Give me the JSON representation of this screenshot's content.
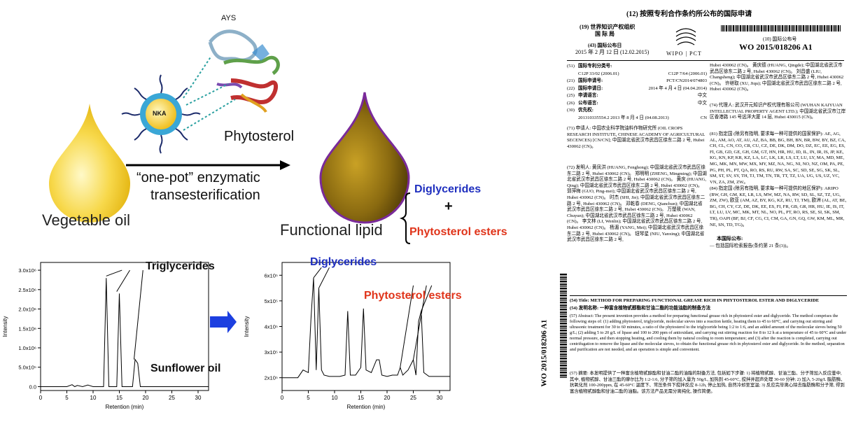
{
  "scheme": {
    "enzyme_label": "AYS",
    "carrier_label": "NKA",
    "reactant_label": "Phytosterol",
    "process_line1": "“one-pot” enzymatic",
    "process_line2": "transesterification",
    "left_product": "Vegetable oil",
    "right_product": "Functional lipid",
    "component1": "Diglycerides",
    "plus": "+",
    "component2": "Phytosterol esters",
    "colors": {
      "oil_light": "#f3c624",
      "oil_dark": "#5a4408",
      "blue": "#1f2fbf",
      "red": "#e0341a"
    }
  },
  "chart_left": {
    "annotation": "Triglycerides",
    "series_label": "Sunflower oil",
    "ylabel": "Intensity",
    "xlabel": "Retention (min)",
    "xticks": [
      "0",
      "5",
      "10",
      "15",
      "20",
      "25",
      "30"
    ],
    "yticks": [
      "0.0",
      "5.0x10⁵",
      "1.0x10⁶",
      "1.5x10⁶",
      "2.0x10⁶",
      "2.5x10⁶",
      "3.0x10⁶"
    ]
  },
  "chart_right": {
    "annotation_blue": "Diglycerides",
    "annotation_red": "Phytosterol esters",
    "ylabel": "Intensity",
    "xlabel": "Retention (min)",
    "xticks": [
      "0",
      "5",
      "10",
      "15",
      "20",
      "25",
      "30"
    ],
    "yticks": [
      "2x10⁵",
      "3x10⁵",
      "4x10⁵",
      "5x10⁵",
      "6x10⁵"
    ]
  },
  "chart_data": [
    {
      "type": "line",
      "title": "",
      "xlabel": "Retention (min)",
      "ylabel": "Intensity",
      "xlim": [
        0,
        32
      ],
      "ylim": [
        -100000,
        3200000
      ],
      "series": [
        {
          "name": "Sunflower oil",
          "x": [
            0,
            5,
            6,
            6.5,
            7,
            8,
            9,
            10,
            12,
            12.5,
            13,
            13.5,
            14.5,
            15,
            15.5,
            16.5,
            17.5,
            18,
            18.5,
            19,
            20,
            25,
            30,
            32
          ],
          "y": [
            0,
            0,
            50000,
            0,
            30000,
            0,
            40000,
            0,
            0,
            2800000,
            0,
            0,
            0,
            2400000,
            0,
            0,
            0,
            700000,
            600000,
            0,
            0,
            0,
            0,
            0
          ]
        }
      ]
    },
    {
      "type": "line",
      "title": "",
      "xlabel": "Retention (min)",
      "ylabel": "Intensity",
      "xlim": [
        0,
        32
      ],
      "ylim": [
        150000,
        650000
      ],
      "series": [
        {
          "x": [
            0,
            3,
            4,
            5,
            5.5,
            6,
            6.5,
            7,
            7.5,
            8,
            9,
            10,
            11,
            12,
            12.5,
            13,
            14,
            15,
            15.5,
            16,
            17,
            18,
            18.5,
            19,
            20,
            21,
            22,
            22.5,
            23,
            24,
            25,
            25.5,
            26,
            26.5,
            27,
            28,
            30,
            32
          ],
          "y": [
            200000,
            200000,
            230000,
            220000,
            430000,
            590000,
            230000,
            550000,
            230000,
            210000,
            205000,
            205000,
            205000,
            210000,
            460000,
            210000,
            210000,
            240000,
            470000,
            230000,
            220000,
            270000,
            270000,
            210000,
            205000,
            210000,
            210000,
            240000,
            210000,
            230000,
            270000,
            210000,
            420000,
            460000,
            220000,
            205000,
            205000,
            205000
          ]
        }
      ]
    }
  ],
  "patent": {
    "header_title": "(12) 按照专利合作条约所公布的国际申请",
    "org_line1": "(19) 世界知识产权组织",
    "org_line2": "国 际 局",
    "pub_date_label": "(43) 国际公布日",
    "pub_date": "2015 年 2 月 12 日 (12.02.2015)",
    "wipo": "WIPO | PCT",
    "pub_no_label": "(10) 国际公布号",
    "pub_no": "WO 2015/018206 A1",
    "side_number": "WO 2015/018206 A1",
    "left_fields": [
      {
        "code": "(51)",
        "label": "国际专利分类号:",
        "value": ""
      },
      {
        "code": "",
        "label": "C12P 33/02 (2006.01)",
        "value": "C12P 7/64 (2006.01)"
      },
      {
        "code": "(21)",
        "label": "国际申请号:",
        "value": "PCT/CN2014/074803"
      },
      {
        "code": "(22)",
        "label": "国际申请日:",
        "value": "2014 年 4 月 4 日 (04.04.2014)"
      },
      {
        "code": "(25)",
        "label": "申请语言:",
        "value": "中文"
      },
      {
        "code": "(26)",
        "label": "公布语言:",
        "value": "中文"
      },
      {
        "code": "(30)",
        "label": "优先权:",
        "value": ""
      },
      {
        "code": "",
        "label": "201310335554.2 2013 年 8 月 4 日 (04.08.2013)",
        "value": "CN"
      }
    ],
    "applicant": "(71) 申请人: 中国农业科学院油料作物研究所 (OIL CROPS RESEARCH INSTITUTE, CHINESE ACADEMY OF AGRICULTURAL SECENCES) [CN/CN]; 中国湖北省武汉市武昌区徐东二路 2 号, Hubei 430062 (CN)。",
    "inventors": "(72) 发明人: 黄凤洪 (HUANG, Fenghong); 中国湖北省武汉市武昌区徐东二路 2 号, Hubei 430062 (CN)。 郑明明 (ZHENG, Mingming); 中国湖北省武汉市武昌区徐东二路 2 号, Hubei 430062 (CN)。 黄庆 (HUANG, Qing); 中国湖北省武汉市武昌区徐东二路 2 号, Hubei 430062 (CN)。 郭萍梅 (GUO, Ping-mei); 中国湖北省武汉市武昌区徐东二路 2 号, Hubei 430062 (CN)。 时杰 (SHI, Jie); 中国湖北省武汉市武昌区徐东二路 2 号, Hubei 430062 (CN)。 邓乾春 (DENG, Qianchun); 中国湖北省武汉市武昌区徐东二路 2 号, Hubei 430062 (CN)。 万楚筱 (WAN, Chuyun); 中国湖北省武汉市武昌区徐东二路 2 号, Hubei 430062 (CN)。 李文林 (LI, Wenlin); 中国湖北省武汉市武昌区徐东二路 2 号, Hubei 430062 (CN)。 杨湄 (YANG, Mei); 中国湖北省武汉市武昌区徐东二路 2 号, Hubei 430062 (CN)。 钮琴星 (NIU, Yanxing); 中国湖北省武汉市武昌区徐东二路 2 号,",
    "right_top": "Hubei 430062 (CN)。 黄庆德 (HUANG, Qingde); 中国湖北省武汉市武昌区徐东二路 2 号, Hubei 430062 (CN)。 刘昌盛 (LIU, Changsheng); 中国湖北省武汉市武昌区徐东二路 2 号, Hubei 430062 (CN)。 许继取 (XU, Jiqu); 中国湖北省武汉市武昌区徐东二路 2 号, Hubei 430062 (CN)。",
    "agent": "(74) 代理人: 武汉开元知识产权代理有限公司 (WUHAN KAIYUAN INTELLECTUAL PROPERTY AGENT LTD.); 中国湖北省武汉市江岸区香港路 145 号远洋大厦 14 层, Hubei 430015 (CN)。",
    "designated_states": "(81) 指定国 (除另有指明, 要求每一种可提供的国家保护): AE, AG, AL, AM, AO, AT, AU, AZ, BA, BB, BG, BH, BN, BR, BW, BY, BZ, CA, CH, CL, CN, CO, CR, CU, CZ, DE, DK, DM, DO, DZ, EC, EE, EG, ES, FI, GB, GD, GE, GH, GM, GT, HN, HR, HU, ID, IL, IN, IR, IS, JP, KE, KG, KN, KP, KR, KZ, LA, LC, LK, LR, LS, LT, LU, LY, MA, MD, ME, MG, MK, MN, MW, MX, MY, MZ, NA, NG, NI, NO, NZ, OM, PA, PE, PG, PH, PL, PT, QA, RO, RS, RU, RW, SA, SC, SD, SE, SG, SK, SL, SM, ST, SV, SY, TH, TJ, TM, TN, TR, TT, TZ, UA, UG, US, UZ, VC, VN, ZA, ZM, ZW。",
    "regional_states": "(84) 指定国 (除另有指明, 要求每一种可提供的地区保护): ARIPO (BW, GH, GM, KE, LR, LS, MW, MZ, NA, RW, SD, SL, SZ, TZ, UG, ZM, ZW), 欧亚 (AM, AZ, BY, KG, KZ, RU, TJ, TM), 欧洲 (AL, AT, BE, BG, CH, CY, CZ, DE, DK, EE, ES, FI, FR, GB, GR, HR, HU, IE, IS, IT, LT, LU, LV, MC, MK, MT, NL, NO, PL, PT, RO, RS, SE, SI, SK, SM, TR), OAPI (BF, BJ, CF, CG, CI, CM, GA, GN, GQ, GW, KM, ML, MR, NE, SN, TD, TG)。",
    "published_label": "本国际公布:",
    "published_item": "— 包括国际检索报告(条约第 21 条(3))。",
    "title_en": "(54) Title: METHOD FOR PREPARING FUNCTIONAL GREASE RICH IN PHYTOSTEROL ESTER AND DIGLYCERIDE",
    "title_zh": "(54) 发明名称: 一种富含植物甙醇酯和甘油二酯的功能油脂的制备方法",
    "abstract_en": "(57) Abstract: The present invention provides a method for preparing functional grease rich in phytosterol ester and diglyceride. The method comprises the following steps of: (1) adding phytosterol, triglyceride, molecular sieves into a reaction kettle, heating them to 45 to 60°C, and carrying out stirring and ultrasonic treatment for 30 to 60 minutes, a ratio of the phytosterol to the triglyceride being 1:2 to 1:6, and an added amount of the molecular sieves being 50 g/L; (2) adding 5 to 20 g/L of lipase and 100 to 200 ppm of antioxidant, and carrying out stirring reaction for 8 to 12 h at a temperature of 45 to 60°C and under normal pressure, and then stopping heating, and cooling them by natural cooling to room temperature; and (3) after the reaction is completed, carrying out centrifugation to remove the lipase and the molecular sieves, to obtain the functional grease rich in phytosterol ester and diglyceride. In the method, separation and purification are not needed, and an operation is simple and convenient.",
    "abstract_zh": "(57) 摘要: 本发明提供了一种富含植物甙醇酯和甘油二酯的油脂的制备方法, 包括如下步骤: 1) 将植物甙醇、甘油三酯、分子筛加入反应釜中, 其中, 植物甙醇、甘油三酯的摩尔比为 1:2-1:6, 分子筛的加入量为 50g/L, 加热到 45-60°C, 搅拌并超声处理 30-60 分钟; 2) 加入 5-20g/L 脂肪酶、抗氧化剂 100-200ppm, 在 45-60°C 温度下、常压条件下搅拌反应 8-12h, 停止加热, 自然冷却至室温; 3) 反应完毕离心除去脂肪酶和分子筛, 得到富含植物甙醇酯和甘油二酯的油脂。该方法产品无需分离纯化, 操作简便。"
  }
}
